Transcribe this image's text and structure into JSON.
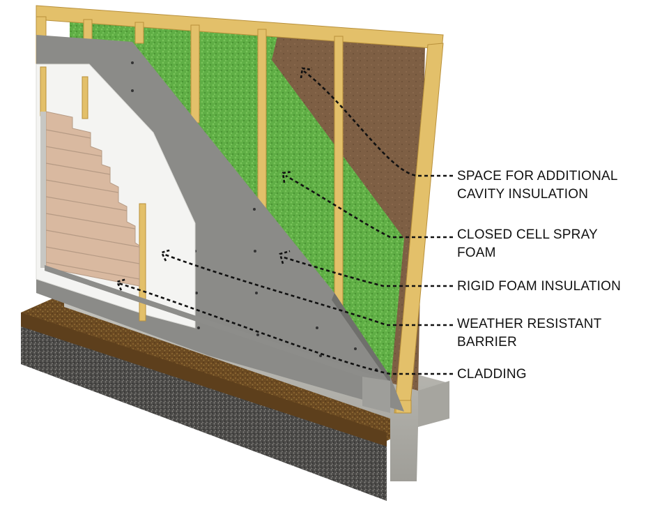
{
  "labels": [
    {
      "id": "additional-cavity",
      "lines": [
        "SPACE FOR ADDITIONAL",
        "CAVITY INSULATION"
      ]
    },
    {
      "id": "spray-foam",
      "lines": [
        "CLOSED CELL SPRAY",
        "FOAM"
      ]
    },
    {
      "id": "rigid-foam",
      "lines": [
        "RIGID FOAM INSULATION"
      ]
    },
    {
      "id": "weather-barrier",
      "lines": [
        "WEATHER RESISTANT",
        "BARRIER"
      ]
    },
    {
      "id": "cladding",
      "lines": [
        "CLADDING"
      ]
    }
  ],
  "colors": {
    "wood": "#e3c06a",
    "wood_dark": "#c99f45",
    "sheathing": "#7a5c42",
    "spray_foam": "#5fae45",
    "rigid_foam": "#8b8b88",
    "barrier": "#f4f4f2",
    "cladding": "#d9b9a0",
    "concrete": "#b9b8b2",
    "soil": "#6b4a22",
    "gravel": "#4b4a48"
  }
}
